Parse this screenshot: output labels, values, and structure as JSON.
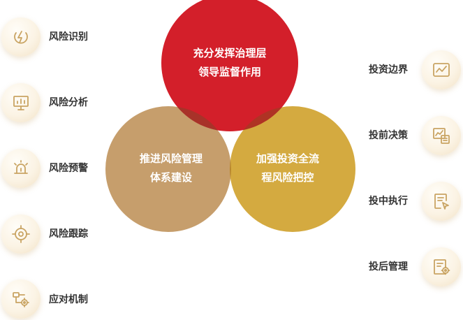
{
  "colors": {
    "top_circle": "#d31f2a",
    "left_circle": "#c69e6c",
    "right_circle": "#d4aa40",
    "icon_stroke": "#c9a463",
    "icon_badge_bg": "#fbf3e4",
    "label_text": "#333333"
  },
  "venn": {
    "top": {
      "line1": "充分发挥治理层",
      "line2": "领导监督作用"
    },
    "left": {
      "line1": "推进风险管理",
      "line2": "体系建设"
    },
    "right": {
      "line1": "加强投资全流",
      "line2": "程风险把控"
    }
  },
  "left_items": [
    {
      "label": "风险识别",
      "icon": "lightning-icon"
    },
    {
      "label": "风险分析",
      "icon": "presentation-chart-icon"
    },
    {
      "label": "风险预警",
      "icon": "alarm-light-icon"
    },
    {
      "label": "风险跟踪",
      "icon": "target-icon"
    },
    {
      "label": "应对机制",
      "icon": "flow-gear-icon"
    }
  ],
  "right_items": [
    {
      "label": "投资边界",
      "icon": "line-chart-icon"
    },
    {
      "label": "投前决策",
      "icon": "report-chart-icon"
    },
    {
      "label": "投中执行",
      "icon": "document-cursor-icon"
    },
    {
      "label": "投后管理",
      "icon": "document-gear-icon"
    }
  ]
}
